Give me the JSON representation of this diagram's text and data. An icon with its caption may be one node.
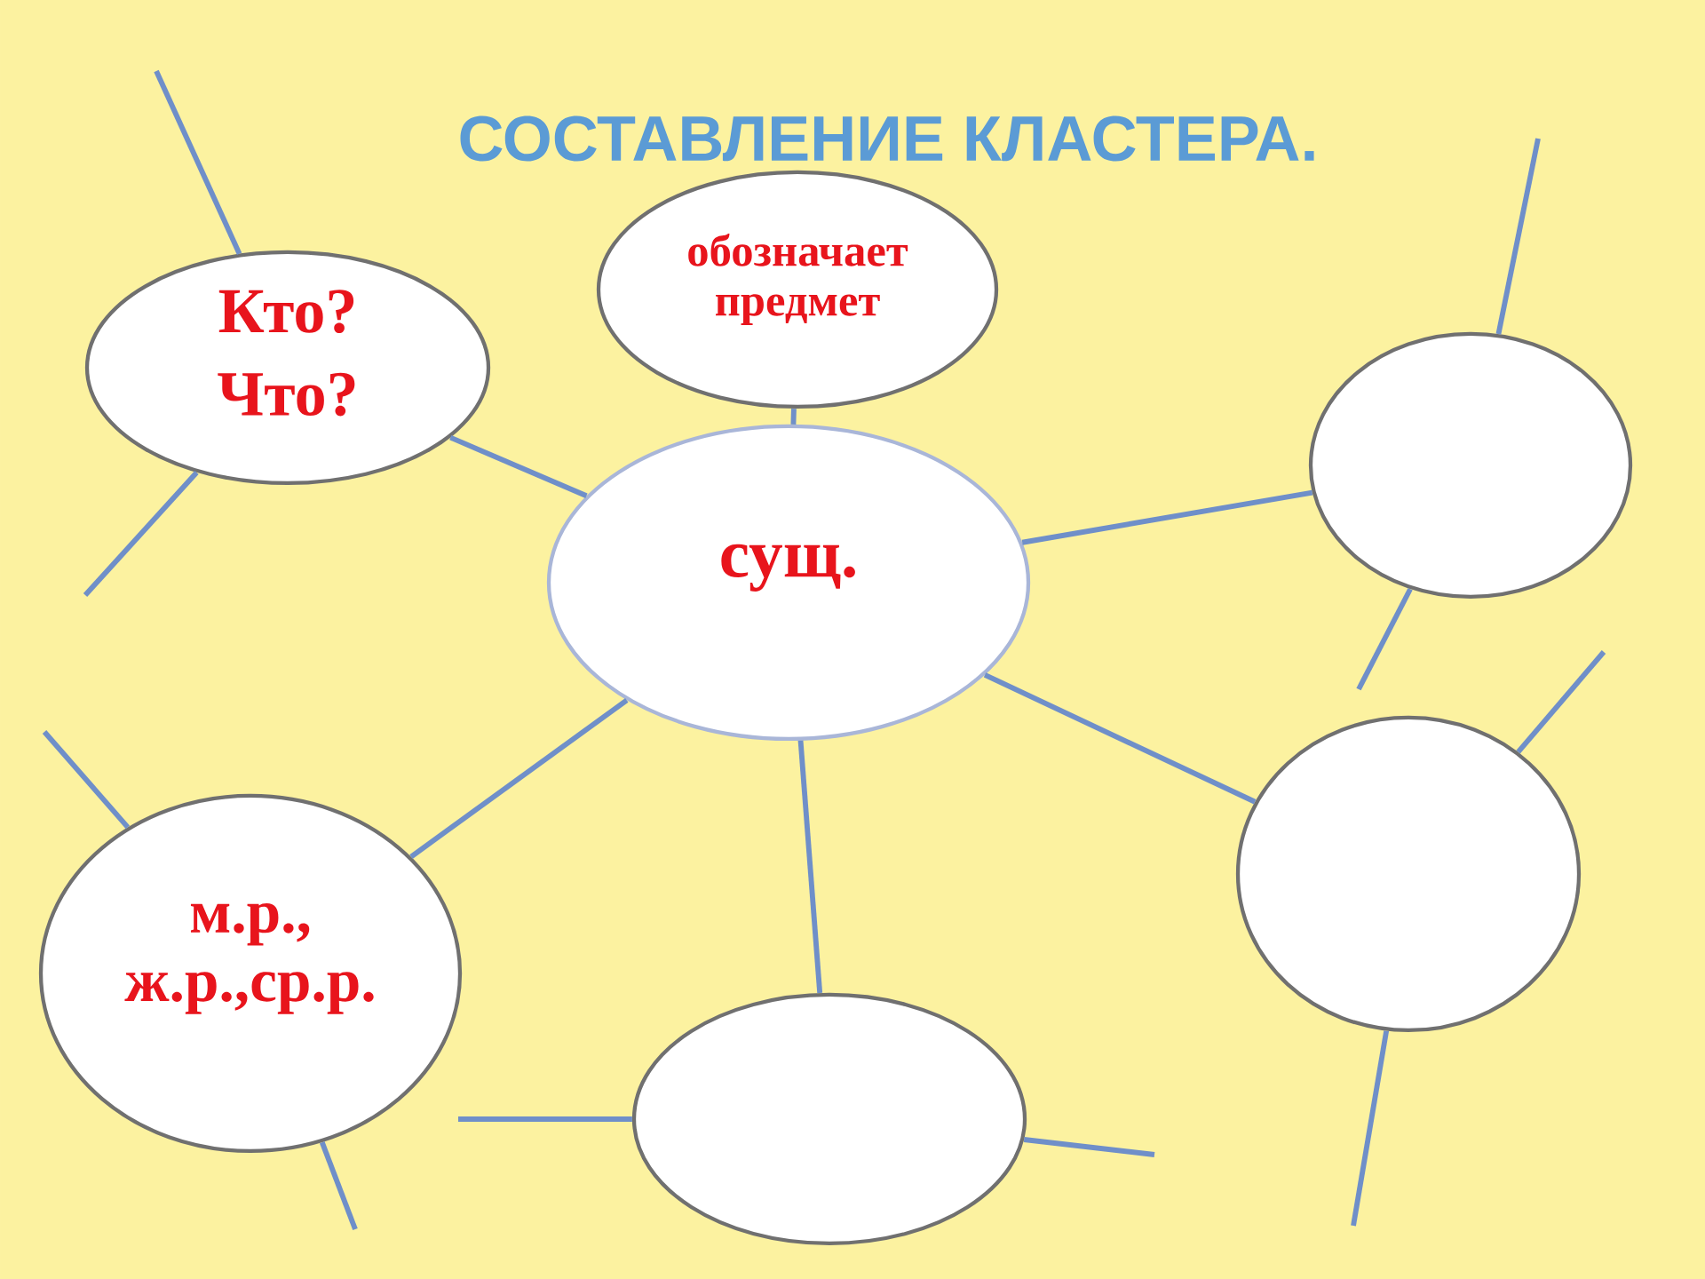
{
  "diagram": {
    "title": "СОСТАВЛЕНИЕ КЛАСТЕРА.",
    "nodes": [
      {
        "text": [
          "Кто?",
          "Что?"
        ]
      },
      {
        "text": [
          "обозначает предмет"
        ]
      },
      {
        "text": [],
        "shape": "circle"
      },
      {
        "text": [
          "сущ."
        ]
      },
      {
        "text": [
          "м.р., ж.р.,ср.р."
        ]
      },
      {
        "text": [],
        "shape": "circle"
      },
      {
        "text": [],
        "shape": "circle"
      }
    ],
    "edges": [
      {
        "from": 3,
        "to": 0,
        "arrow": "none"
      },
      {
        "from": 3,
        "to": 1,
        "arrow": "none"
      },
      {
        "from": 3,
        "to": 2,
        "arrow": "none"
      },
      {
        "from": 3,
        "to": 4,
        "arrow": "none"
      },
      {
        "from": 3,
        "to": 5,
        "arrow": "none"
      },
      {
        "from": 3,
        "to": 6,
        "arrow": "none"
      },
      {
        "from": 0,
        "to": null,
        "arrow": "none"
      },
      {
        "from": 0,
        "to": null,
        "arrow": "none"
      },
      {
        "from": 2,
        "to": null,
        "arrow": "none"
      },
      {
        "from": 2,
        "to": null,
        "arrow": "none"
      },
      {
        "from": 4,
        "to": null,
        "arrow": "none"
      },
      {
        "from": 4,
        "to": null,
        "arrow": "none"
      },
      {
        "from": 5,
        "to": null,
        "arrow": "none"
      },
      {
        "from": 5,
        "to": null,
        "arrow": "none"
      },
      {
        "from": 6,
        "to": null,
        "arrow": "none"
      },
      {
        "from": 6,
        "to": null,
        "arrow": "none"
      }
    ]
  }
}
